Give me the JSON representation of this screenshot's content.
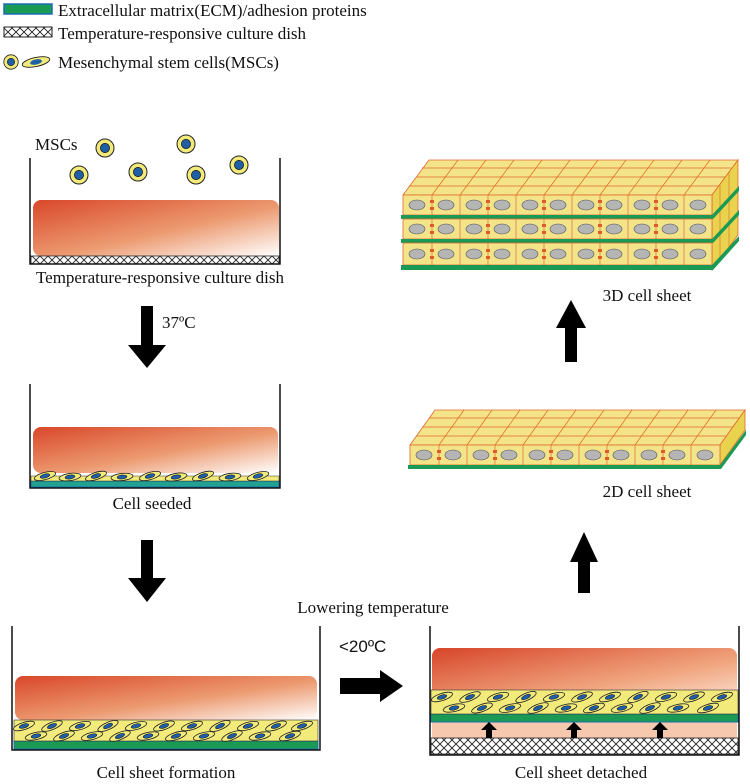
{
  "legend": {
    "ecm": "Extracellular matrix(ECM)/adhesion proteins",
    "dish": "Temperature-responsive culture dish",
    "mscs": "Mesenchymal stem cells(MSCs)"
  },
  "steps": {
    "mscs_label": "MSCs",
    "dish_caption": "Temperature-responsive culture dish",
    "temp_37": "37ºC",
    "seeded_caption": "Cell seeded",
    "formation_caption": "Cell sheet formation",
    "lowering": "Lowering temperature",
    "temp_20": "<20ºC",
    "detached_caption": "Cell sheet detached",
    "sheet_2d": "2D cell sheet",
    "sheet_3d": "3D cell sheet"
  },
  "colors": {
    "ecm_green": "#1a9a55",
    "ecm_teal": "#22a090",
    "cell_yellow": "#f2ea7a",
    "nucleus_blue": "#1f5fa8",
    "medium_red": "#d9472a",
    "sheet_top": "#f3e48a",
    "sheet_side": "#e8d24e",
    "sheet_edge": "#e06a2a",
    "arrow": "#000000"
  }
}
